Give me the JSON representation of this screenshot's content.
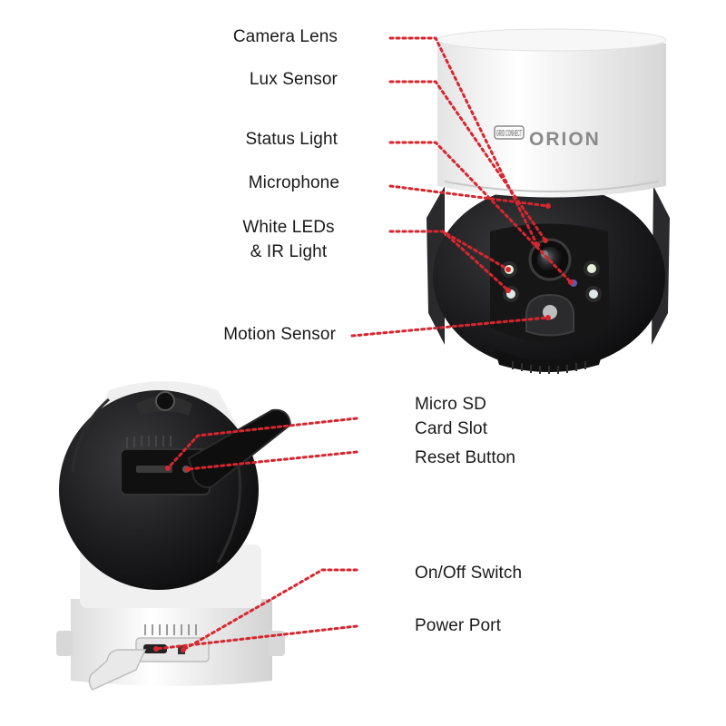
{
  "accent_color": "#d8262f",
  "brand": {
    "logo_small": "GRID CONNECT",
    "name": "ORION"
  },
  "top_view": {
    "labels": {
      "camera_lens": "Camera Lens",
      "lux_sensor": "Lux Sensor",
      "status_light": "Status Light",
      "microphone": "Microphone",
      "white_leds_line1": "White LEDs",
      "white_leds_line2": "& IR Light",
      "motion_sensor": "Motion Sensor"
    }
  },
  "bottom_view": {
    "labels": {
      "micro_sd_line1": "Micro SD",
      "micro_sd_line2": "Card Slot",
      "reset_button": "Reset Button",
      "on_off_switch": "On/Off Switch",
      "power_port": "Power Port"
    }
  }
}
